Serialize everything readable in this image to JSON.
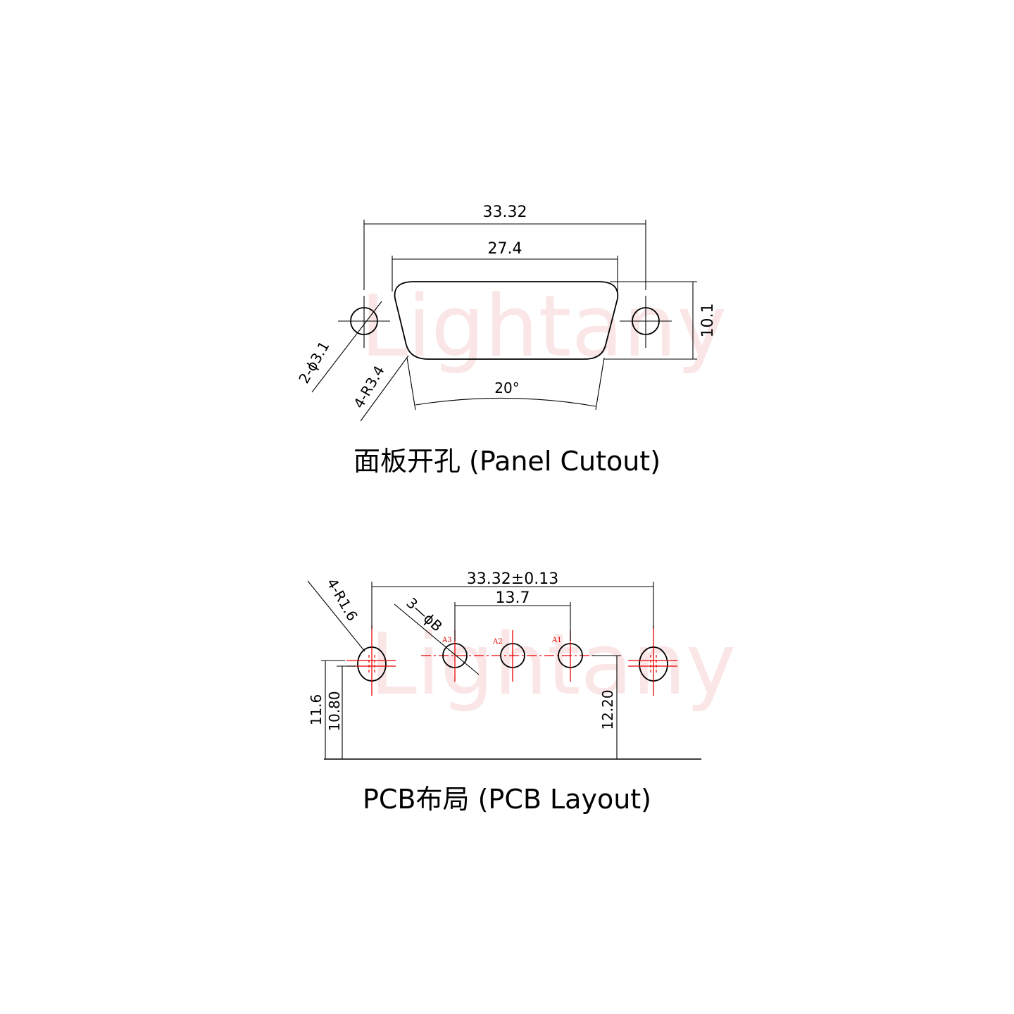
{
  "watermark": "Lightany",
  "panel_cutout": {
    "dim_overall": "33.32",
    "dim_cutout": "27.4",
    "dim_height": "10.1",
    "dim_holes": "2-ϕ3.1",
    "dim_radius": "4-R3.4",
    "dim_angle": "20°",
    "caption": "面板开孔 (Panel Cutout)"
  },
  "pcb_layout": {
    "dim_overall": "33.32±0.13",
    "dim_pin_span": "13.7",
    "dim_radius": "4-R1.6",
    "dim_pins": "3—ϕB",
    "pin_labels": [
      "A3",
      "A2",
      "A1"
    ],
    "dim_11_6": "11.6",
    "dim_10_80": "10.80",
    "dim_12_20": "12.20",
    "caption": "PCB布局 (PCB Layout)"
  },
  "colors": {
    "line": "#000000",
    "center_line": "#e60000",
    "watermark": "#f6c9c9"
  }
}
